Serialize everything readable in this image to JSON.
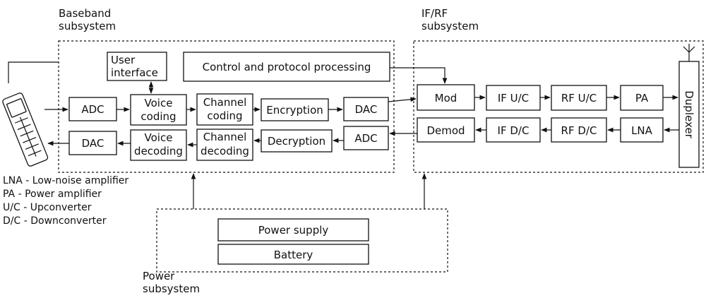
{
  "subsystems": {
    "baseband": [
      "Baseband",
      "subsystem"
    ],
    "ifrf": [
      "IF/RF",
      "subsystem"
    ],
    "power": [
      "Power",
      "subsystem"
    ]
  },
  "baseband": {
    "user_interface": [
      "User",
      "interface"
    ],
    "control": "Control and protocol processing",
    "adc_tx": "ADC",
    "voice_coding": [
      "Voice",
      "coding"
    ],
    "channel_coding": [
      "Channel",
      "coding"
    ],
    "encryption": "Encryption",
    "dac_tx": "DAC",
    "dac_rx": "DAC",
    "voice_decoding": [
      "Voice",
      "decoding"
    ],
    "channel_decoding": [
      "Channel",
      "decoding"
    ],
    "decryption": "Decryption",
    "adc_rx": "ADC"
  },
  "rf": {
    "mod": "Mod",
    "if_uc": "IF U/C",
    "rf_uc": "RF U/C",
    "pa": "PA",
    "duplexer": "Duplexer",
    "demod": "Demod",
    "if_dc": "IF D/C",
    "rf_dc": "RF D/C",
    "lna": "LNA"
  },
  "power": {
    "supply": "Power supply",
    "battery": "Battery"
  },
  "legend": [
    "LNA - Low-noise amplifier",
    "PA - Power amplifier",
    "U/C - Upconverter",
    "D/C - Downconverter"
  ]
}
